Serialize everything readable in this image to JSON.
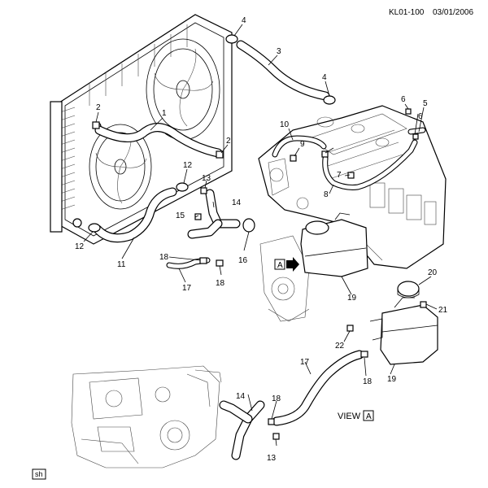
{
  "header": {
    "code": "KL01-100",
    "date": "03/01/2006"
  },
  "callouts": {
    "c1": "1",
    "c2a": "2",
    "c2b": "2",
    "c3": "3",
    "c4a": "4",
    "c4b": "4",
    "c5": "5",
    "c6a": "6",
    "c6b": "6",
    "c7": "7",
    "c8": "8",
    "c9": "9",
    "c10": "10",
    "c11": "11",
    "c12a": "12",
    "c12b": "12",
    "c13a": "13",
    "c13b": "13",
    "c14a": "14",
    "c14b": "14",
    "c15": "15",
    "c16": "16",
    "c17a": "17",
    "c17b": "17",
    "c18a": "18",
    "c18b": "18",
    "c18c": "18",
    "c18d": "18",
    "c19a": "19",
    "c19b": "19",
    "c20": "20",
    "c21": "21",
    "c22": "22"
  },
  "view_label": {
    "text": "VIEW",
    "letter": "A"
  },
  "view_marker": {
    "letter": "A"
  },
  "footer_tag": "sh"
}
